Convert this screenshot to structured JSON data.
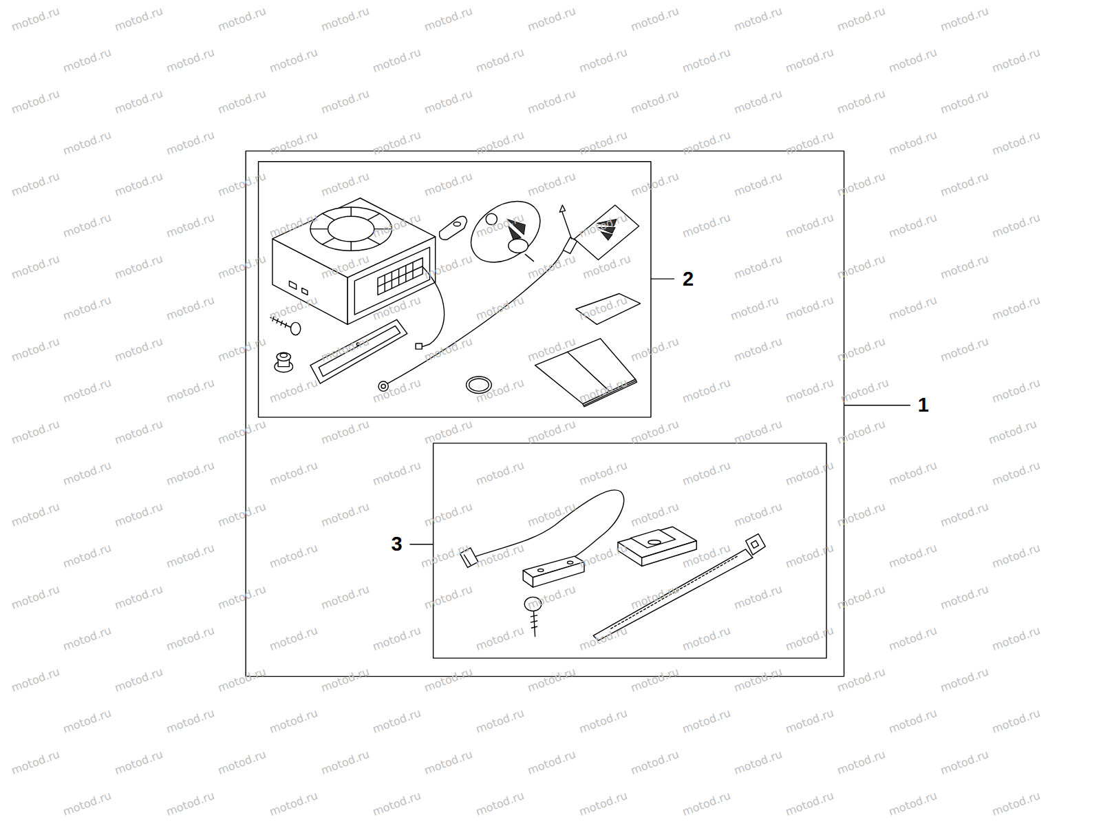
{
  "diagram": {
    "labels": [
      "1",
      "2",
      "3",
      "motod.ru",
      "motod.ru",
      "motod.ru",
      "motod.ru",
      "motod.ru",
      "motod.ru",
      "motod.ru",
      "motod.ru",
      "motod.ru",
      "motod.ru",
      "motod.ru",
      "motod.ru",
      "motod.ru",
      "motod.ru",
      "motod.ru",
      "motod.ru",
      "motod.ru",
      "motod.ru",
      "motod.ru",
      "motod.ru",
      "motod.ru",
      "motod.ru",
      "motod.ru",
      "motod.ru",
      "motod.ru",
      "motod.ru",
      "motod.ru",
      "motod.ru",
      "motod.ru",
      "motod.ru",
      "motod.ru",
      "motod.ru",
      "motod.ru",
      "motod.ru",
      "motod.ru",
      "motod.ru",
      "motod.ru",
      "motod.ru",
      "motod.ru",
      "motod.ru",
      "motod.ru",
      "motod.ru",
      "motod.ru",
      "motod.ru",
      "motod.ru",
      "motod.ru",
      "motod.ru",
      "motod.ru",
      "motod.ru",
      "motod.ru",
      "motod.ru",
      "motod.ru",
      "motod.ru",
      "motod.ru",
      "motod.ru",
      "motod.ru",
      "motod.ru",
      "motod.ru",
      "motod.ru",
      "motod.ru",
      "motod.ru",
      "motod.ru",
      "motod.ru",
      "motod.ru",
      "motod.ru",
      "motod.ru",
      "motod.ru",
      "motod.ru",
      "motod.ru",
      "motod.ru",
      "motod.ru",
      "motod.ru",
      "motod.ru",
      "motod.ru",
      "motod.ru",
      "motod.ru",
      "motod.ru",
      "motod.ru",
      "motod.ru",
      "motod.ru",
      "motod.ru",
      "motod.ru",
      "motod.ru",
      "motod.ru",
      "motod.ru",
      "motod.ru",
      "motod.ru",
      "motod.ru",
      "motod.ru",
      "motod.ru",
      "motod.ru",
      "motod.ru",
      "motod.ru",
      "motod.ru",
      "motod.ru",
      "motod.ru",
      "motod.ru",
      "motod.ru",
      "motod.ru",
      "motod.ru",
      "motod.ru",
      "motod.ru",
      "motod.ru",
      "motod.ru",
      "motod.ru",
      "motod.ru",
      "motod.ru",
      "motod.ru",
      "motod.ru",
      "motod.ru",
      "motod.ru",
      "motod.ru",
      "motod.ru",
      "motod.ru",
      "motod.ru",
      "motod.ru",
      "motod.ru",
      "motod.ru",
      "motod.ru",
      "motod.ru",
      "motod.ru",
      "motod.ru",
      "motod.ru",
      "motod.ru",
      "motod.ru",
      "motod.ru",
      "motod.ru",
      "motod.ru",
      "motod.ru",
      "motod.ru",
      "motod.ru",
      "motod.ru",
      "motod.ru",
      "motod.ru",
      "motod.ru",
      "motod.ru",
      "motod.ru",
      "motod.ru",
      "motod.ru",
      "motod.ru",
      "motod.ru",
      "motod.ru",
      "motod.ru",
      "motod.ru",
      "motod.ru",
      "motod.ru",
      "motod.ru",
      "motod.ru",
      "motod.ru",
      "motod.ru",
      "motod.ru",
      "motod.ru",
      "motod.ru",
      "motod.ru",
      "motod.ru",
      "motod.ru",
      "motod.ru",
      "motod.ru",
      "motod.ru",
      "motod.ru",
      "motod.ru",
      "motod.ru",
      "motod.ru",
      "motod.ru",
      "motod.ru",
      "motod.ru",
      "motod.ru",
      "motod.ru",
      "motod.ru",
      "motod.ru",
      "motod.ru",
      "motod.ru",
      "motod.ru",
      "motod.ru",
      "motod.ru",
      "motod.ru",
      "motod.ru",
      "motod.ru",
      "motod.ru",
      "motod.ru",
      "motod.ru",
      "motod.ru",
      "motod.ru",
      "motod.ru",
      "motod.ru",
      "motod.ru",
      "motod.ru",
      "motod.ru",
      "motod.ru",
      "motod.ru",
      "motod.ru",
      "motod.ru",
      "motod.ru",
      "motod.ru",
      "motod.ru",
      "motod.ru",
      "motod.ru",
      "motod.ru",
      "motod.ru",
      "motod.ru"
    ]
  }
}
